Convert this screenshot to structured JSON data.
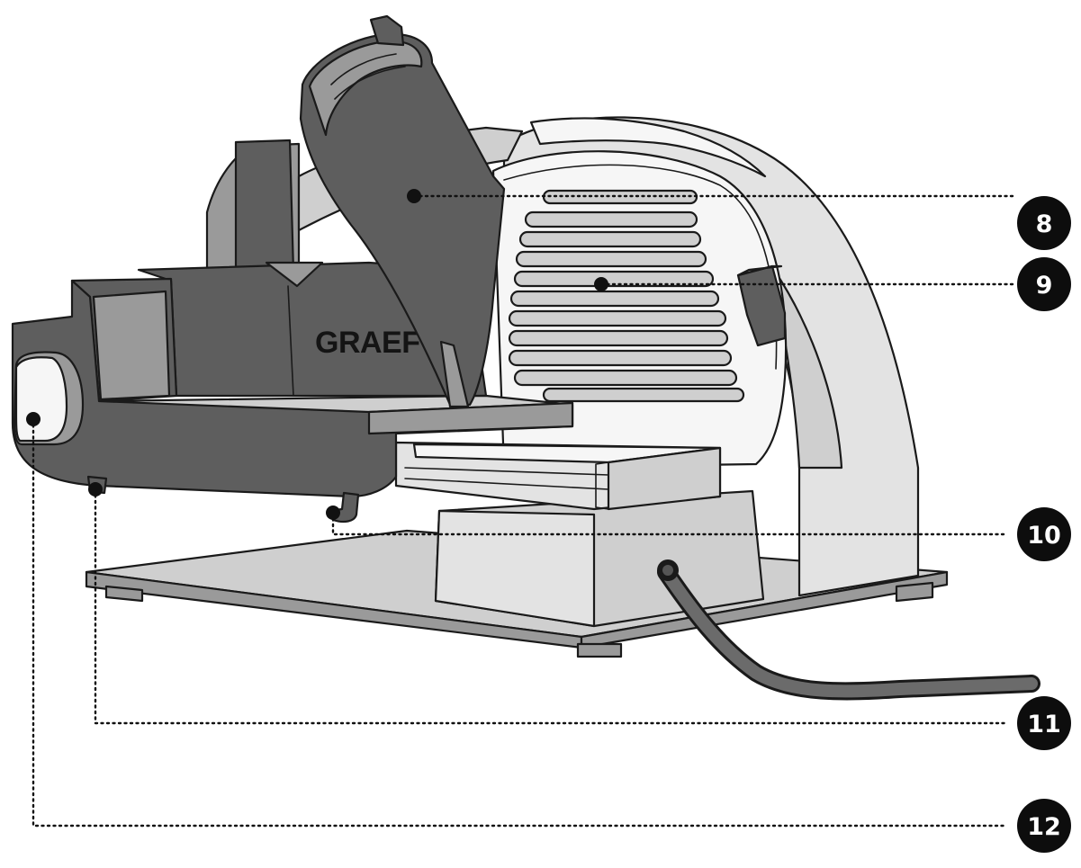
{
  "brand_label": "GRAEF",
  "callouts": [
    {
      "id": "callout-8",
      "label": "8"
    },
    {
      "id": "callout-9",
      "label": "9"
    },
    {
      "id": "callout-10",
      "label": "10"
    },
    {
      "id": "callout-11",
      "label": "11"
    },
    {
      "id": "callout-12",
      "label": "12"
    }
  ]
}
